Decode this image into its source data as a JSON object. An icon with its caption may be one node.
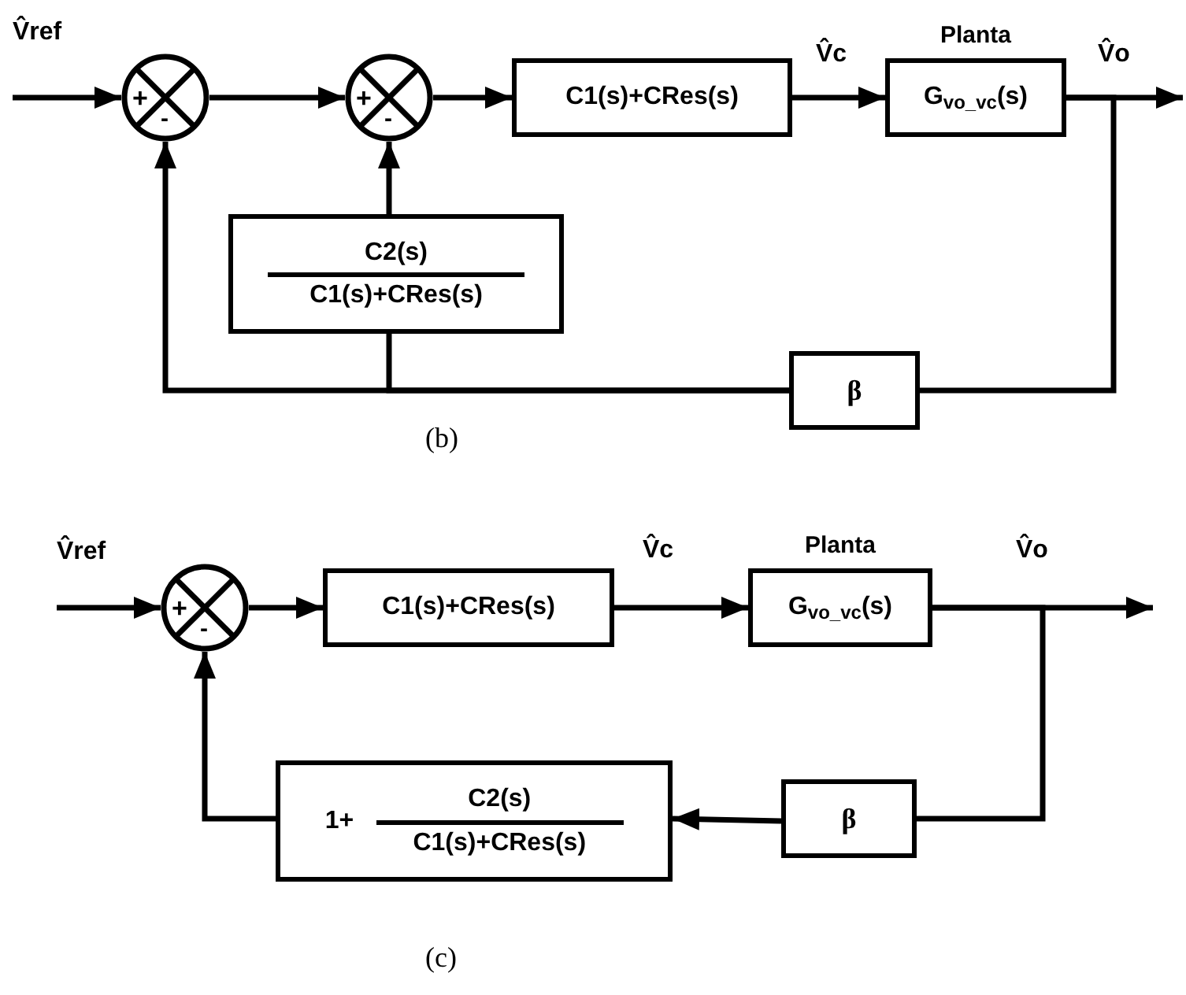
{
  "diagram": {
    "nodes": [
      {
        "text": [
          "+",
          "-"
        ]
      },
      {
        "text": [
          "+",
          "-"
        ]
      },
      {
        "text": [
          "C1(s)+CRes(s)"
        ]
      },
      {
        "text": [
          "Planta",
          "G$_{vo_vc}$(s)"
        ]
      },
      {
        "text": [
          "C2(s)",
          "C1(s)+CRes(s)"
        ]
      },
      {
        "text": [
          "β"
        ]
      },
      {
        "text": [
          "+",
          "-"
        ]
      },
      {
        "text": [
          "C1(s)+CRes(s)"
        ]
      },
      {
        "text": [
          "Planta",
          "G$_{vo_vc}$(s)"
        ]
      },
      {
        "text": [
          "1+",
          "C2(s)",
          "C1(s)+CRes(s)"
        ]
      },
      {
        "text": [
          "β"
        ]
      }
    ],
    "edges": [
      {
        "from": null,
        "to": 0,
        "arrow": "to",
        "label": "V̂ref"
      },
      {
        "from": 0,
        "to": 1,
        "arrow": "to"
      },
      {
        "from": 1,
        "to": 2,
        "arrow": "to"
      },
      {
        "from": 2,
        "to": 3,
        "arrow": "to",
        "label": "V̂c"
      },
      {
        "from": 3,
        "to": null,
        "arrow": "to",
        "label": "V̂o"
      },
      {
        "from": 3,
        "to": 5,
        "arrow": "none"
      },
      {
        "from": 5,
        "to": 0,
        "arrow": "to"
      },
      {
        "from": 5,
        "to": 4,
        "arrow": "none"
      },
      {
        "from": 4,
        "to": 1,
        "arrow": "to"
      },
      {
        "from": null,
        "to": 6,
        "arrow": "to",
        "label": "V̂ref"
      },
      {
        "from": 6,
        "to": 7,
        "arrow": "to"
      },
      {
        "from": 7,
        "to": 8,
        "arrow": "to",
        "label": "V̂c"
      },
      {
        "from": 8,
        "to": null,
        "arrow": "to",
        "label": "V̂o"
      },
      {
        "from": 8,
        "to": 10,
        "arrow": "none"
      },
      {
        "from": 10,
        "to": 9,
        "arrow": "to"
      },
      {
        "from": 9,
        "to": 6,
        "arrow": "to"
      }
    ],
    "labels": [
      "(b)",
      "(c)"
    ]
  }
}
